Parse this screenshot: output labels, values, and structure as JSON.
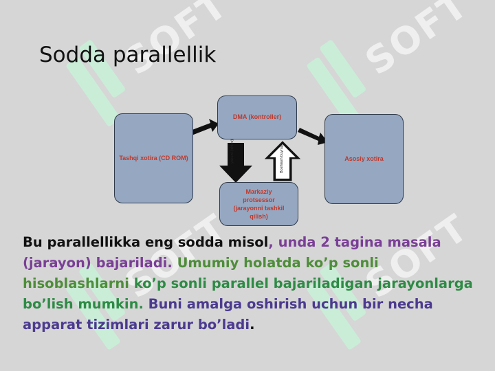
{
  "slide": {
    "title": "Sodda parallellik"
  },
  "watermark": {
    "text": "SOFT",
    "color": "#f2f2f2",
    "logo_color": "#c9f0d8"
  },
  "diagram": {
    "external_memory": "Tashqi xotira (CD ROM)",
    "dma": "DMA (kontroller)",
    "main_memory": "Asosiy xotira",
    "cpu": "Markaziy protsessor (jarayonni tashkil qilish)",
    "down_arrow_label": "yakuni (ishlov)",
    "up_arrow_label": "Boshlash buyrug'i",
    "box_color": "#95a7c1",
    "box_text_color": "#c0392b"
  },
  "body": {
    "seg1": "Bu parallellikka eng sodda misol",
    "seg2": ", unda 2 tagina masala (jarayon) bajariladi.",
    "seg3": " Umumiy holatda ko’p sonli hisoblashlarni",
    "seg4": "ko’p sonli parallel bajariladigan jarayonlarga bo’lish mumkin.",
    "seg5": "Buni amalga oshirish uchun bir necha apparat tizimlari zarur bo’ladi",
    "seg6": "."
  }
}
